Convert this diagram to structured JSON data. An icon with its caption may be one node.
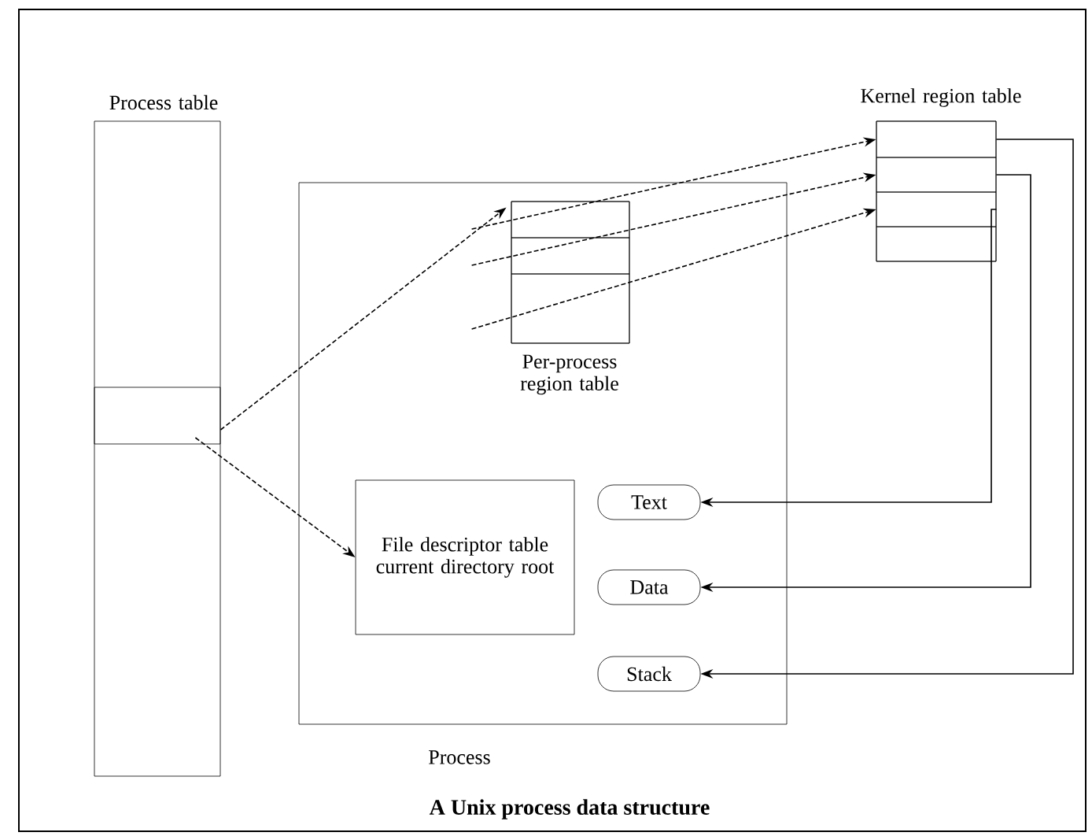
{
  "diagram": {
    "caption": "A Unix process data structure",
    "nodes": [
      {
        "text": [
          "Process table"
        ]
      },
      {
        "text": [],
        "shape": "box",
        "in": 0
      },
      {
        "text": [
          "Process"
        ]
      },
      {
        "text": [
          "Per-process region table"
        ],
        "in": 2
      },
      {
        "text": [],
        "shape": "box",
        "in": 3
      },
      {
        "text": [],
        "shape": "box",
        "in": 3
      },
      {
        "text": [],
        "shape": "box",
        "in": 3
      },
      {
        "text": [
          "Kernel region table"
        ]
      },
      {
        "text": [],
        "shape": "box",
        "in": 7
      },
      {
        "text": [],
        "shape": "box",
        "in": 7
      },
      {
        "text": [],
        "shape": "box",
        "in": 7
      },
      {
        "text": [],
        "shape": "box",
        "in": 7
      },
      {
        "text": [
          "File descriptor table current directory root"
        ],
        "in": 2
      },
      {
        "text": [
          "Text"
        ],
        "in": 2
      },
      {
        "text": [
          "Data"
        ],
        "in": 2
      },
      {
        "text": [
          "Stack"
        ],
        "in": 2
      }
    ],
    "edges": [
      {
        "from": 1,
        "to": 4,
        "arrow": "to",
        "style": "dashed"
      },
      {
        "from": 1,
        "to": 12,
        "arrow": "to",
        "style": "dashed"
      },
      {
        "from": 4,
        "to": 8,
        "arrow": "to",
        "style": "dashed"
      },
      {
        "from": 5,
        "to": 9,
        "arrow": "to",
        "style": "dashed"
      },
      {
        "from": 6,
        "to": 10,
        "arrow": "to",
        "style": "dashed"
      },
      {
        "from": 8,
        "to": 15,
        "arrow": "to"
      },
      {
        "from": 9,
        "to": 14,
        "arrow": "to"
      },
      {
        "from": 10,
        "to": 13,
        "arrow": "to"
      }
    ]
  }
}
